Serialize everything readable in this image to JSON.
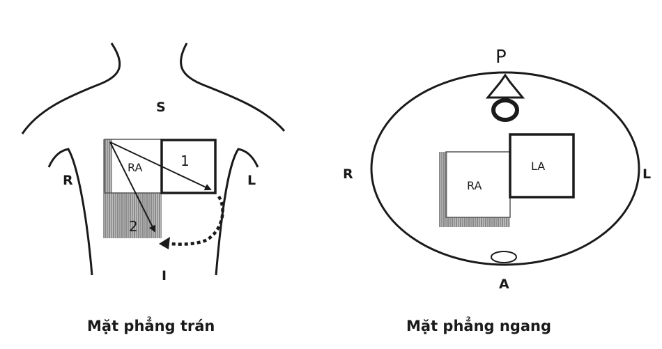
{
  "frontal": {
    "caption": "Mặt phẳng trán",
    "labels": {
      "superior": "S",
      "inferior": "I",
      "right": "R",
      "left": "L"
    },
    "ra_label": "RA",
    "vector1_label": "1",
    "vector2_label": "2"
  },
  "horizontal": {
    "caption": "Mặt phẳng ngang",
    "labels": {
      "posterior": "P",
      "anterior": "A",
      "right": "R",
      "left": "L"
    },
    "ra_label": "RA",
    "la_label": "LA"
  },
  "colors": {
    "ink": "#1a1a1a",
    "hatch": "#9a9a9a",
    "background": "#ffffff"
  }
}
